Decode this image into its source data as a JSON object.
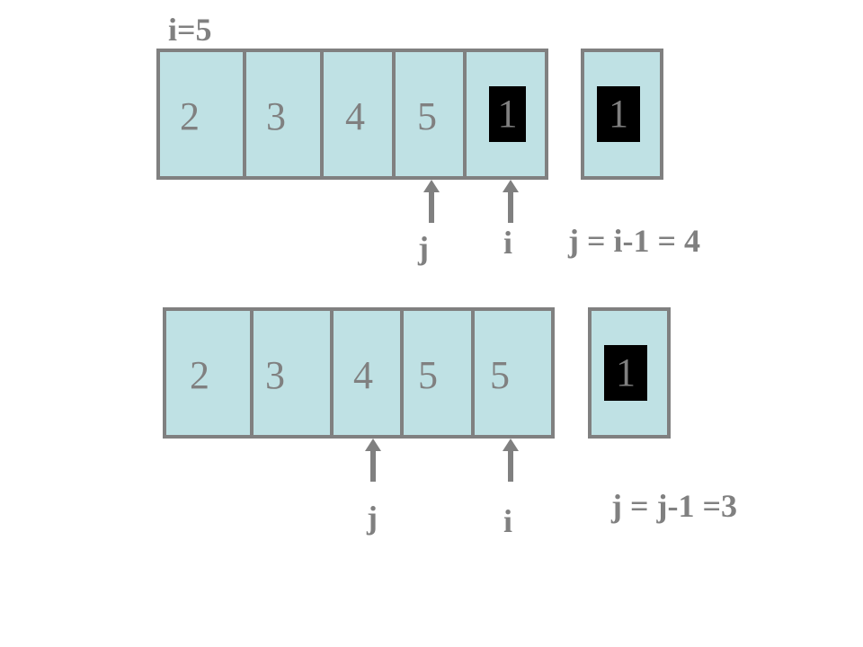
{
  "colors": {
    "cell_fill": "#bfe1e4",
    "border": "#808080",
    "text": "#808080",
    "key_fill": "#000000"
  },
  "step1": {
    "title": "i=5",
    "cells": [
      "2",
      "3",
      "4",
      "5",
      "1"
    ],
    "key": "1",
    "pointer_j": "j",
    "pointer_i": "i",
    "caption": "j = i-1 = 4"
  },
  "step2": {
    "cells": [
      "2",
      "3",
      "4",
      "5",
      "5"
    ],
    "key": "1",
    "pointer_j": "j",
    "pointer_i": "i",
    "caption": "j = j-1 =3"
  }
}
